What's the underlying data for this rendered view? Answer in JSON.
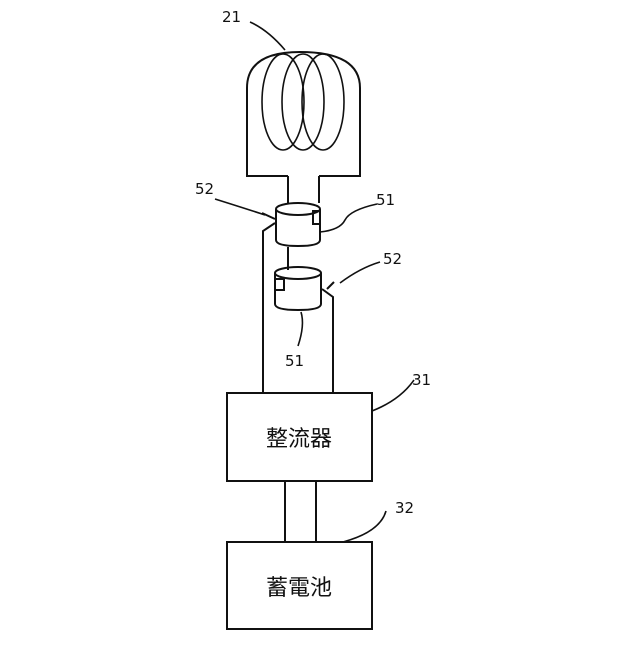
{
  "diagram": {
    "coil": {
      "reference": "21"
    },
    "upper_connector": {
      "body_reference": "51",
      "tab_reference": "52"
    },
    "lower_connector": {
      "body_reference": "51",
      "tab_reference": "52"
    },
    "rectifier": {
      "label": "整流器",
      "reference": "31"
    },
    "battery": {
      "label": "蓄電池",
      "reference": "32"
    }
  }
}
